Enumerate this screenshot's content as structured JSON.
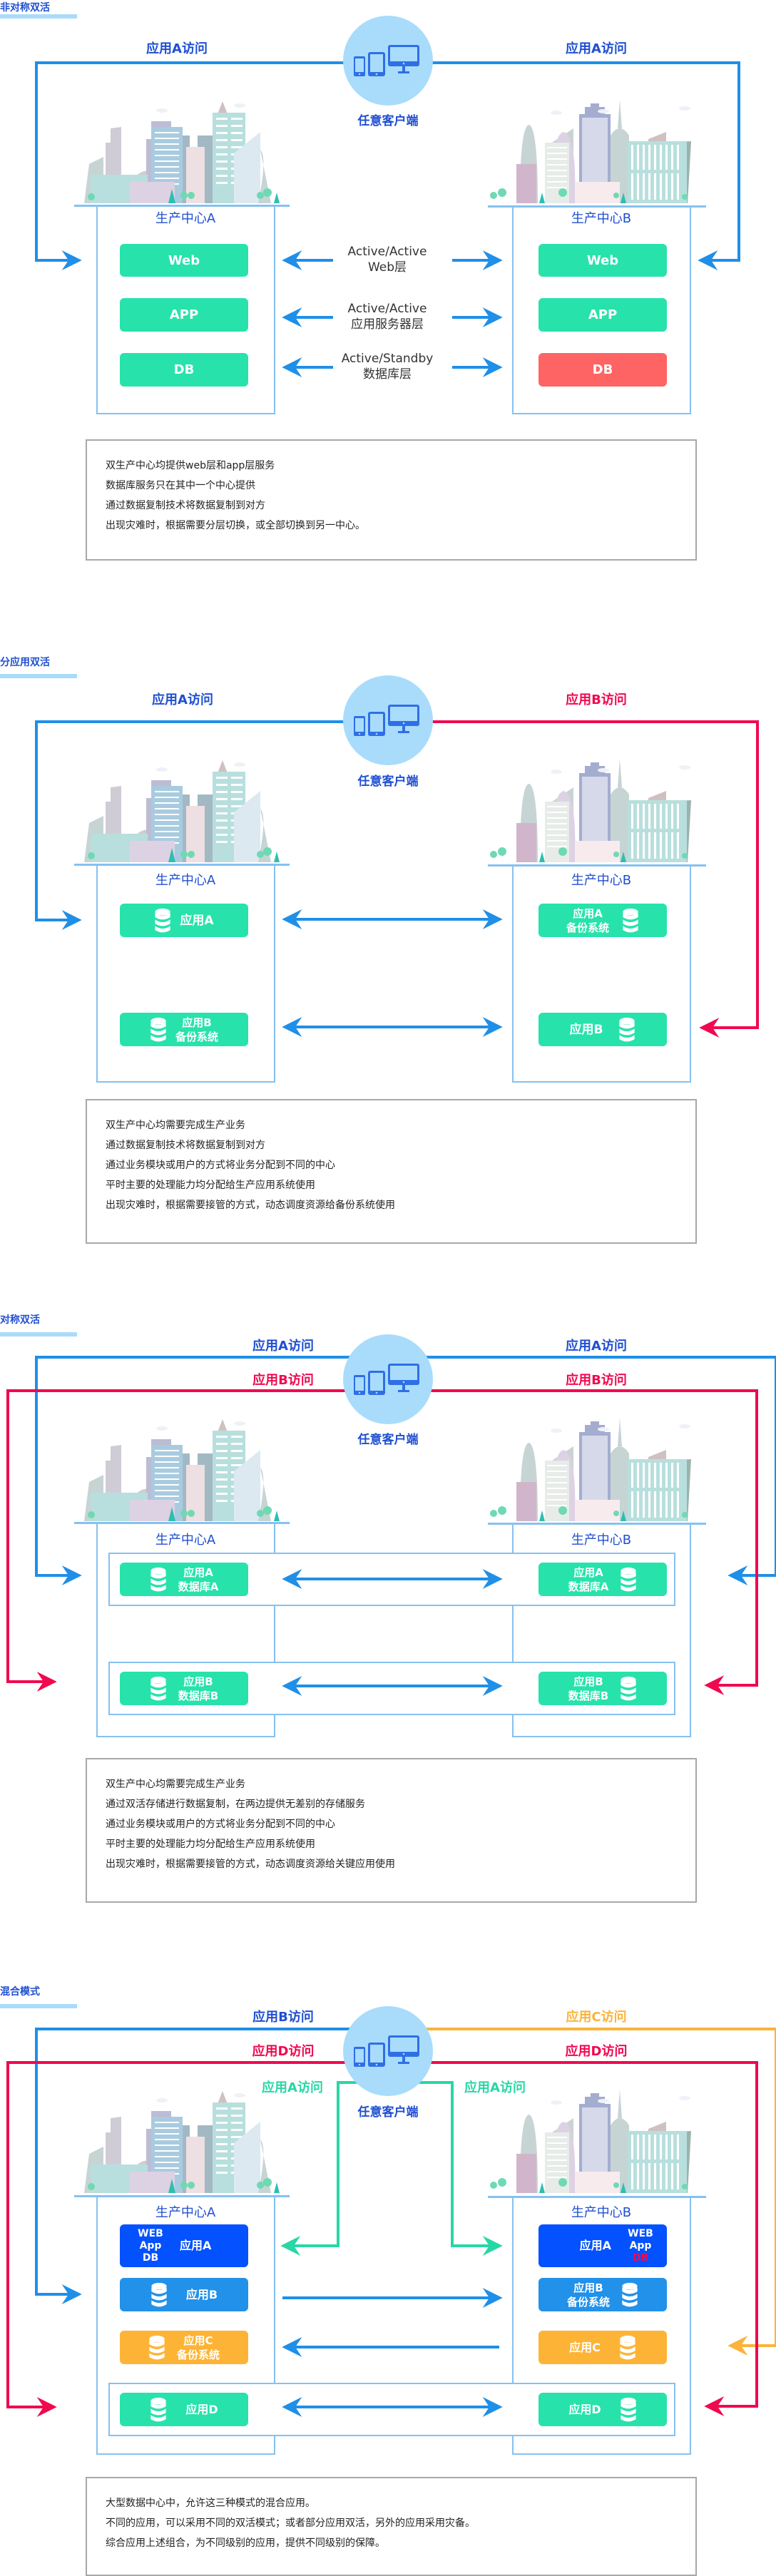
{
  "colors": {
    "title": "#1f4fd1",
    "line_blue": "#1f8fe8",
    "line_red": "#f0094f",
    "line_orange": "#fbb33a",
    "line_green": "#28d7a5",
    "box_green": "#28e2ac",
    "box_red": "#ff6464",
    "box_darkblue": "#0451ff",
    "box_blue": "#2291e9",
    "box_orange": "#fdb436",
    "client_circle": "#a9dcfb"
  },
  "sections": [
    {
      "title": "非对称双活",
      "client_label": "任意客户端",
      "access_labels": [
        "应用A访问",
        "应用A访问"
      ],
      "center_a": "生产中心A",
      "center_b": "生产中心B",
      "center_a_boxes": [
        "Web",
        "APP",
        "DB"
      ],
      "center_b_boxes": [
        "Web",
        "APP",
        "DB"
      ],
      "layers": [
        {
          "mode": "Active/Active",
          "name": "Web层"
        },
        {
          "mode": "Active/Active",
          "name": "应用服务器层"
        },
        {
          "mode": "Active/Standby",
          "name": "数据库层"
        }
      ],
      "description": [
        "双生产中心均提供web层和app层服务",
        "数据库服务只在其中一个中心提供",
        "通过数据复制技术将数据复制到对方",
        "出现灾难时，根据需要分层切换，或全部切换到另一中心。"
      ]
    },
    {
      "title": "分应用双活",
      "client_label": "任意客户端",
      "access_labels": [
        "应用A访问",
        "应用B访问"
      ],
      "center_a": "生产中心A",
      "center_b": "生产中心B",
      "center_a_boxes": [
        [
          "应用A"
        ],
        [
          "应用B",
          "备份系统"
        ]
      ],
      "center_b_boxes": [
        [
          "应用A",
          "备份系统"
        ],
        [
          "应用B"
        ]
      ],
      "description": [
        "双生产中心均需要完成生产业务",
        "通过数据复制技术将数据复制到对方",
        "通过业务模块或用户的方式将业务分配到不同的中心",
        "平时主要的处理能力均分配给生产应用系统使用",
        "出现灾难时，根据需要接管的方式，动态调度资源给备份系统使用"
      ]
    },
    {
      "title": "对称双活",
      "client_label": "任意客户端",
      "access_labels": [
        "应用A访问",
        "应用A访问",
        "应用B访问",
        "应用B访问"
      ],
      "center_a": "生产中心A",
      "center_b": "生产中心B",
      "center_a_boxes": [
        [
          "应用A",
          "数据库A"
        ],
        [
          "应用B",
          "数据库B"
        ]
      ],
      "center_b_boxes": [
        [
          "应用A",
          "数据库A"
        ],
        [
          "应用B",
          "数据库B"
        ]
      ],
      "description": [
        "双生产中心均需要完成生产业务",
        "通过双活存储进行数据复制，在两边提供无差别的存储服务",
        "通过业务模块或用户的方式将业务分配到不同的中心",
        "平时主要的处理能力均分配给生产应用系统使用",
        "出现灾难时，根据需要接管的方式，动态调度资源给关键应用使用"
      ]
    },
    {
      "title": "混合模式",
      "client_label": "任意客户端",
      "access_labels": [
        "应用B访问",
        "应用C访问",
        "应用D访问",
        "应用D访问",
        "应用A访问",
        "应用A访问"
      ],
      "center_a": "生产中心A",
      "center_b": "生产中心B",
      "center_a_boxes": {
        "app_a": {
          "stack": [
            "WEB",
            "App",
            "DB"
          ],
          "name": "应用A"
        },
        "app_b": [
          "应用B"
        ],
        "app_c": [
          "应用C",
          "备份系统"
        ],
        "app_d": [
          "应用D"
        ]
      },
      "center_b_boxes": {
        "app_a": {
          "stack": [
            "WEB",
            "App",
            "DB"
          ],
          "name": "应用A"
        },
        "app_b": [
          "应用B",
          "备份系统"
        ],
        "app_c": [
          "应用C"
        ],
        "app_d": [
          "应用D"
        ]
      },
      "description": [
        "大型数据中心中，允许这三种模式的混合应用。",
        "不同的应用，可以采用不同的双活模式；或者部分应用双活，另外的应用采用灾备。",
        "综合应用上述组合，为不同级别的应用，提供不同级别的保障。"
      ]
    }
  ]
}
